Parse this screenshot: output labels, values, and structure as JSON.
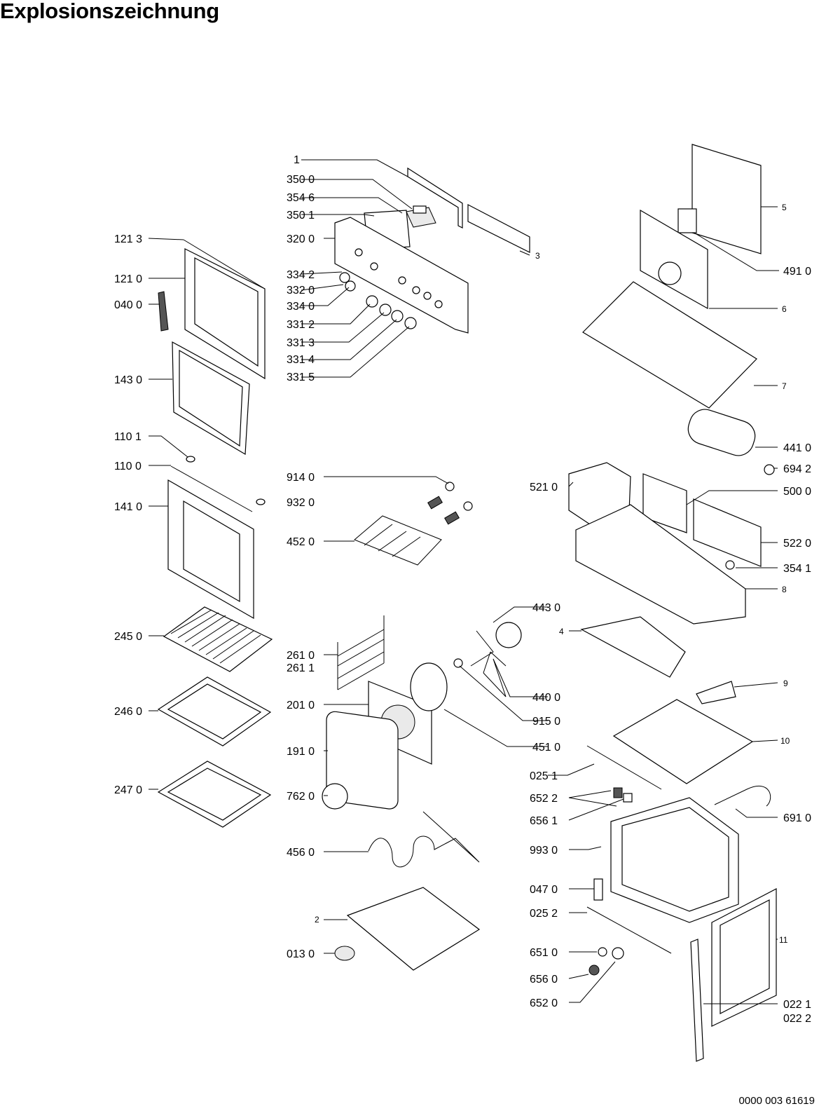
{
  "title": "Explosionszeichnung",
  "document_number": "0000 003 61619",
  "part_labels": [
    "1",
    "350 0",
    "354 6",
    "350 1",
    "320 0",
    "3",
    "121 3",
    "121 0",
    "040 0",
    "334 2",
    "332 0",
    "334 0",
    "331 2",
    "331 3",
    "331 4",
    "331 5",
    "143 0",
    "110 1",
    "110 0",
    "141 0",
    "914 0",
    "932 0",
    "452 0",
    "245 0",
    "261 0",
    "261 1",
    "246 0",
    "201 0",
    "191 0",
    "247 0",
    "762 0",
    "456 0",
    "2",
    "013 0",
    "443 0",
    "440 0",
    "915 0",
    "451 0",
    "025 1",
    "652 2",
    "656 1",
    "993 0",
    "047 0",
    "025 2",
    "651 0",
    "656 0",
    "652 0",
    "5",
    "491 0",
    "6",
    "7",
    "441 0",
    "694 2",
    "521 0",
    "500 0",
    "522 0",
    "354 1",
    "8",
    "4",
    "9",
    "10",
    "691 0",
    "11",
    "022 1",
    "022 2"
  ]
}
